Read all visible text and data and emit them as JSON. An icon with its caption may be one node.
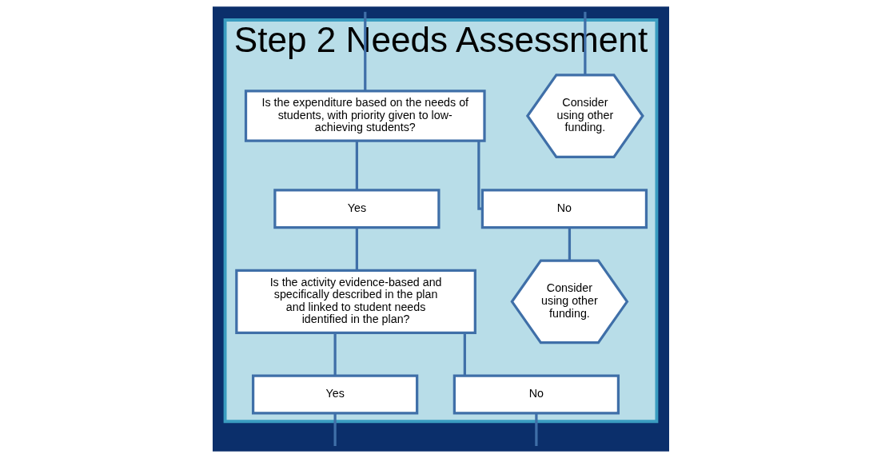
{
  "diagram": {
    "nodes": [
      {
        "text": [
          "Step 2 Needs Assessment"
        ]
      },
      {
        "text": [
          "Is the expenditure based on the needs of students, with priority given to low-achieving students?"
        ],
        "in": 0
      },
      {
        "text": [
          "Consider using other funding."
        ],
        "in": 0
      },
      {
        "text": [
          "Yes"
        ],
        "in": 0
      },
      {
        "text": [
          "No"
        ],
        "in": 0
      },
      {
        "text": [
          "Is the activity evidence-based and specifically described in the plan and linked to student needs identified in the plan?"
        ],
        "in": 0
      },
      {
        "text": [
          "Consider using other funding."
        ],
        "in": 0
      },
      {
        "text": [
          "Yes"
        ],
        "in": 0
      },
      {
        "text": [
          "No"
        ],
        "in": 0
      }
    ],
    "edges": [
      {
        "from": null,
        "to": 1,
        "arrow": "none"
      },
      {
        "from": null,
        "to": 2,
        "arrow": "none"
      },
      {
        "from": 1,
        "to": 3,
        "arrow": "none"
      },
      {
        "from": 1,
        "to": 4,
        "arrow": "none"
      },
      {
        "from": 3,
        "to": 5,
        "arrow": "none"
      },
      {
        "from": 4,
        "to": 6,
        "arrow": "none"
      },
      {
        "from": 5,
        "to": 7,
        "arrow": "none"
      },
      {
        "from": 5,
        "to": 8,
        "arrow": "none"
      },
      {
        "from": 7,
        "to": null,
        "arrow": "none"
      },
      {
        "from": 8,
        "to": null,
        "arrow": "none"
      }
    ]
  }
}
